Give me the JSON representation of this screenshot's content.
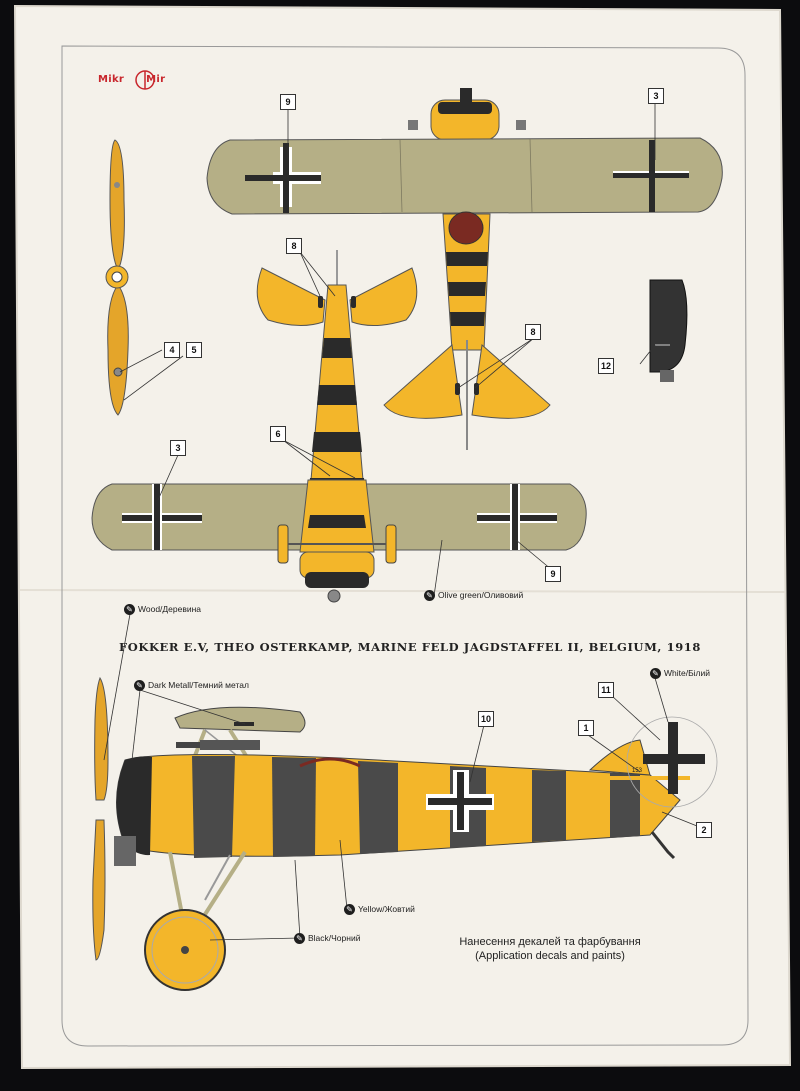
{
  "brand": {
    "logo_left": "Mikr",
    "logo_right": "Mir"
  },
  "title": "FOKKER E.V, THEO OSTERKAMP, MARINE FELD JAGDSTAFFEL II, BELGIUM, 1918",
  "subtitle": {
    "line1": "Нанесення декалей та фарбування",
    "line2": "(Application decals and paints)"
  },
  "paints": {
    "wood": "Wood/Деревина",
    "olive": "Olive green/Оливовий",
    "dark_metal": "Dark Metall/Темний метал",
    "white": "White/Білий",
    "yellow": "Yellow/Жовтий",
    "black": "Black/Чорний"
  },
  "markers": {
    "m9a": "9",
    "m3a": "3",
    "m8a": "8",
    "m8b": "8",
    "m4": "4",
    "m5": "5",
    "m12": "12",
    "m6": "6",
    "m3b": "3",
    "m9b": "9",
    "m11": "11",
    "m1": "1",
    "m10": "10",
    "m2": "2"
  },
  "colors": {
    "paper": "#f4f1ea",
    "yellow": "#f3b62a",
    "olive": "#b5af86",
    "black": "#2a2a2a",
    "wood": "#e4a52a",
    "logo_red": "#c8262c"
  }
}
